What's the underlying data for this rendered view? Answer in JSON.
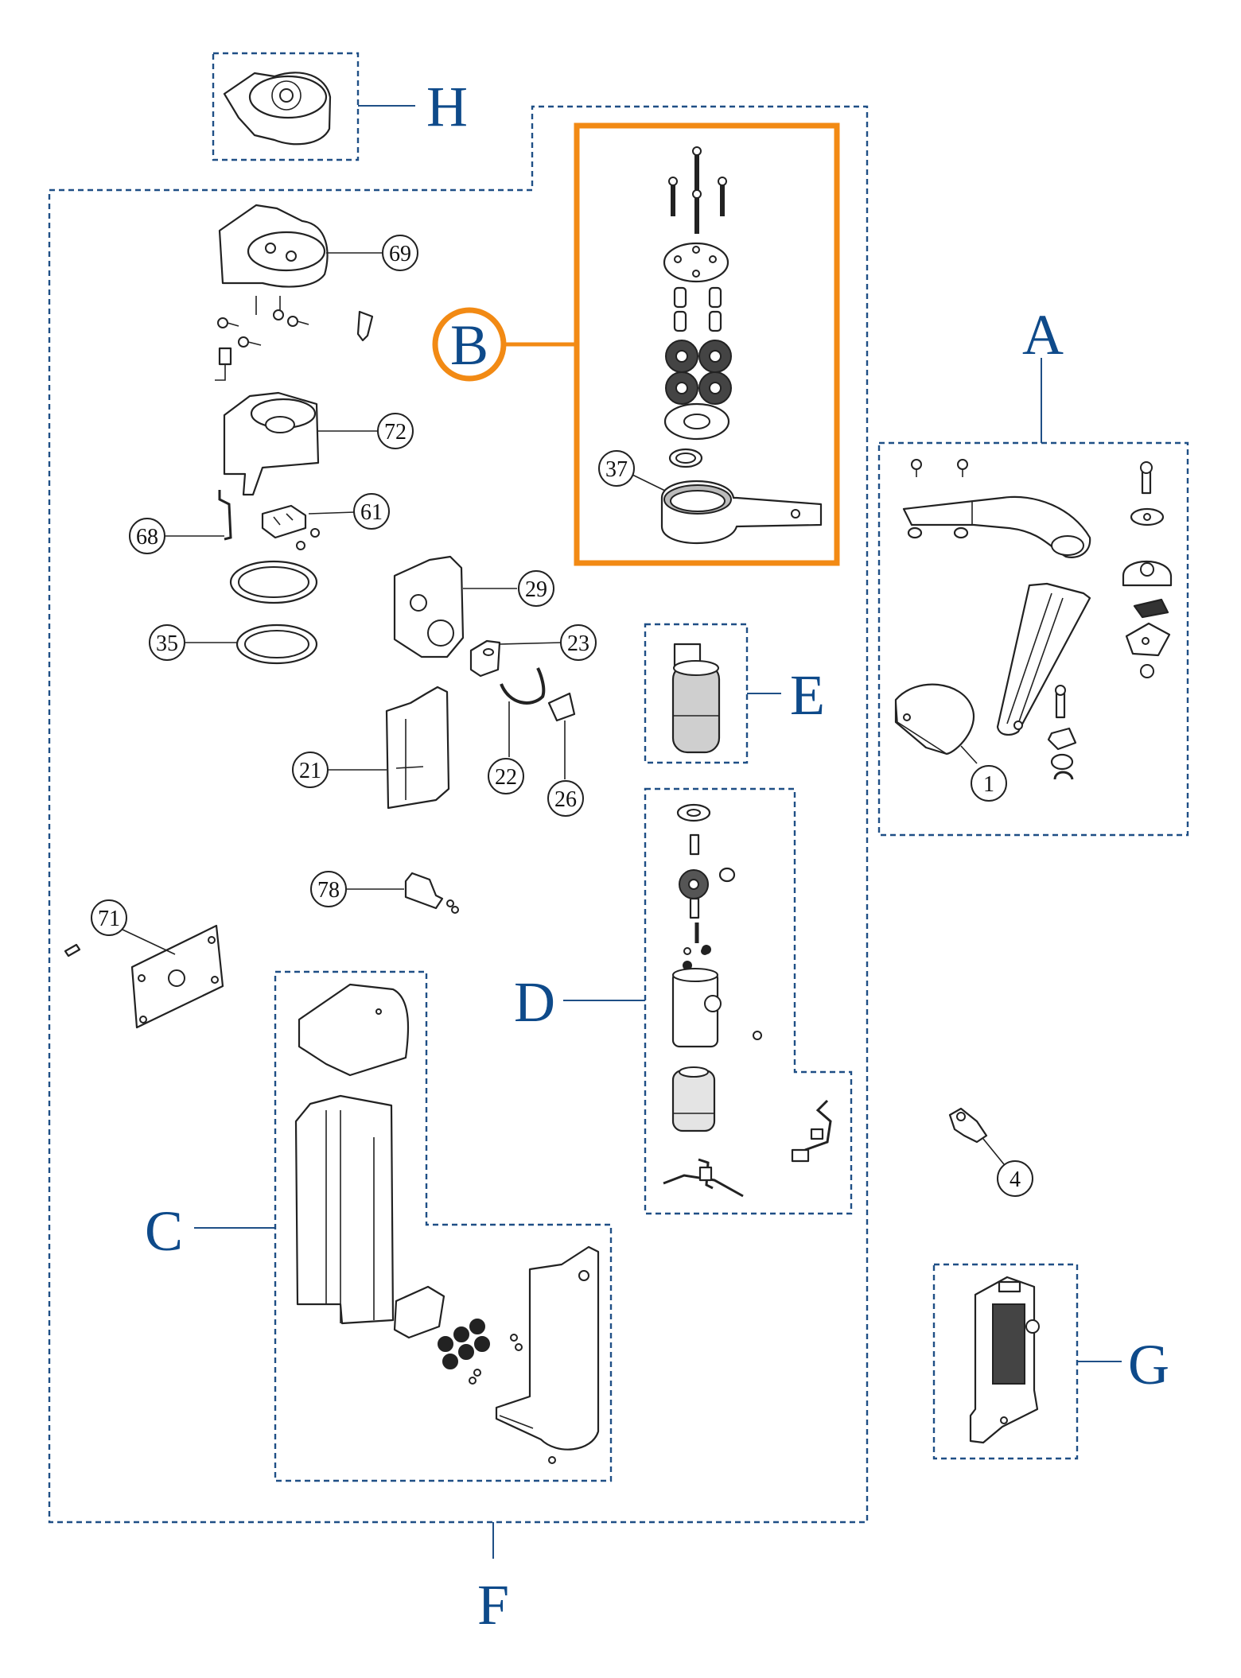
{
  "groups": {
    "A": "A",
    "B": "B",
    "C": "C",
    "D": "D",
    "E": "E",
    "F": "F",
    "G": "G",
    "H": "H"
  },
  "callouts": {
    "p1": "1",
    "p4": "4",
    "p21": "21",
    "p22": "22",
    "p23": "23",
    "p26": "26",
    "p29": "29",
    "p35": "35",
    "p37": "37",
    "p61": "61",
    "p68": "68",
    "p69": "69",
    "p71": "71",
    "p72": "72",
    "p78": "78"
  },
  "colors": {
    "group_letter": "#0e4a8a",
    "group_outline": "#1f4f86",
    "highlight": "#f28a14"
  },
  "highlighted_group": "B"
}
